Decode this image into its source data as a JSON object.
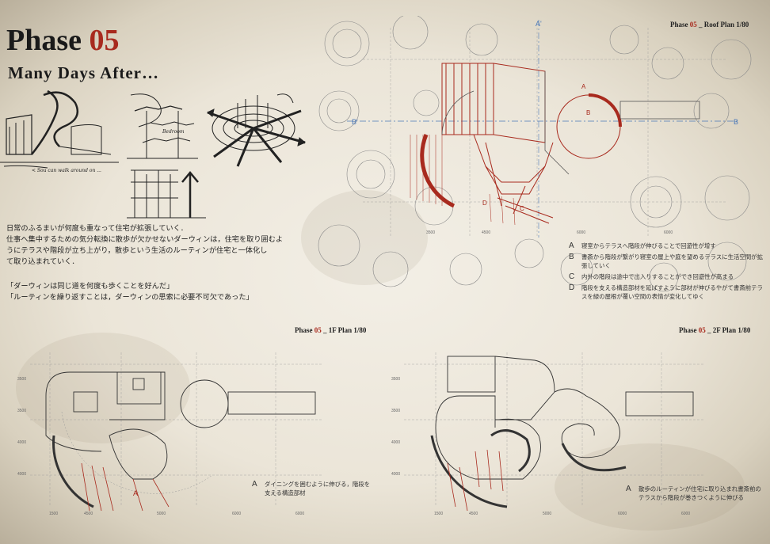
{
  "header": {
    "phase_word": "Phase",
    "phase_number": "05",
    "subtitle": "Many Days After…"
  },
  "body": {
    "lines": [
      "日常のふるまいが何度も重なって住宅が拡張していく．",
      "仕事へ集中するための気分転換に散歩が欠かせないダーウィンは，住宅を取り囲むよ",
      "うにテラスや階段が立ち上がり，散歩という生活のルーティンが住宅と一体化し",
      "て取り込まれていく．"
    ],
    "quote_1": "「ダーウィンは同じ道を何度も歩くことを好んだ」",
    "quote_2": "「ルーティンを繰り返すことは，ダーウィンの思索に必要不可欠であった」"
  },
  "sketch_notes": {
    "bedroom": "Bedroom",
    "notes": "< Sou can walk around on ..."
  },
  "roof_plan": {
    "title_prefix": "Phase ",
    "title_num": "05",
    "title_suffix": " _ Roof Plan 1/80",
    "section_a_left": "A'",
    "section_b_left": "B'",
    "section_b_right": "B",
    "label_a": "A",
    "label_b": "B",
    "label_c": "C",
    "label_d": "D",
    "dims": [
      "3500",
      "4500",
      "6000",
      "6000"
    ],
    "legend": [
      {
        "key": "A",
        "text": "寝室からテラスへ階段が伸びることで回遊性が增す"
      },
      {
        "key": "B",
        "text": "書斎から階段が繋がり寝室の屋上や庭を望めるテラスに生活空間が拡張していく"
      },
      {
        "key": "C",
        "text": "内外の階段は途中で出入りすることができ回遊性が高まる"
      },
      {
        "key": "D",
        "text": "階段を支える構造部材を延ばすように部材が伸びるやがて書斎前テラスを緑の屋根が覆い空間の表情が変化してゆく"
      }
    ]
  },
  "plan_1f": {
    "title_prefix": "Phase ",
    "title_num": "05",
    "title_suffix": " _ 1F Plan 1/80",
    "label_a": "A",
    "dims_bottom": [
      "1500",
      "4500",
      "5000",
      "6000",
      "6000"
    ],
    "dims_left": [
      "3500",
      "3500",
      "4000",
      "4000"
    ],
    "legend": [
      {
        "key": "A",
        "text": "ダイニングを囲むように伸びる，階段を支える構造部材"
      }
    ]
  },
  "plan_2f": {
    "title_prefix": "Phase ",
    "title_num": "05",
    "title_suffix": " _ 2F Plan 1/80",
    "dims_bottom": [
      "1500",
      "4500",
      "5000",
      "6000",
      "6000"
    ],
    "dims_left": [
      "3500",
      "3500",
      "4000",
      "4000"
    ],
    "legend": [
      {
        "key": "A",
        "text": "散歩のルーティンが住宅に取り込まれ書斎前のテラスから階段が巻きつくように伸びる"
      }
    ]
  },
  "colors": {
    "accent_red": "#a82a1e",
    "ink": "#1a1a1a",
    "line_grey": "#6f6f6f",
    "axis_blue": "#4a78b8"
  }
}
